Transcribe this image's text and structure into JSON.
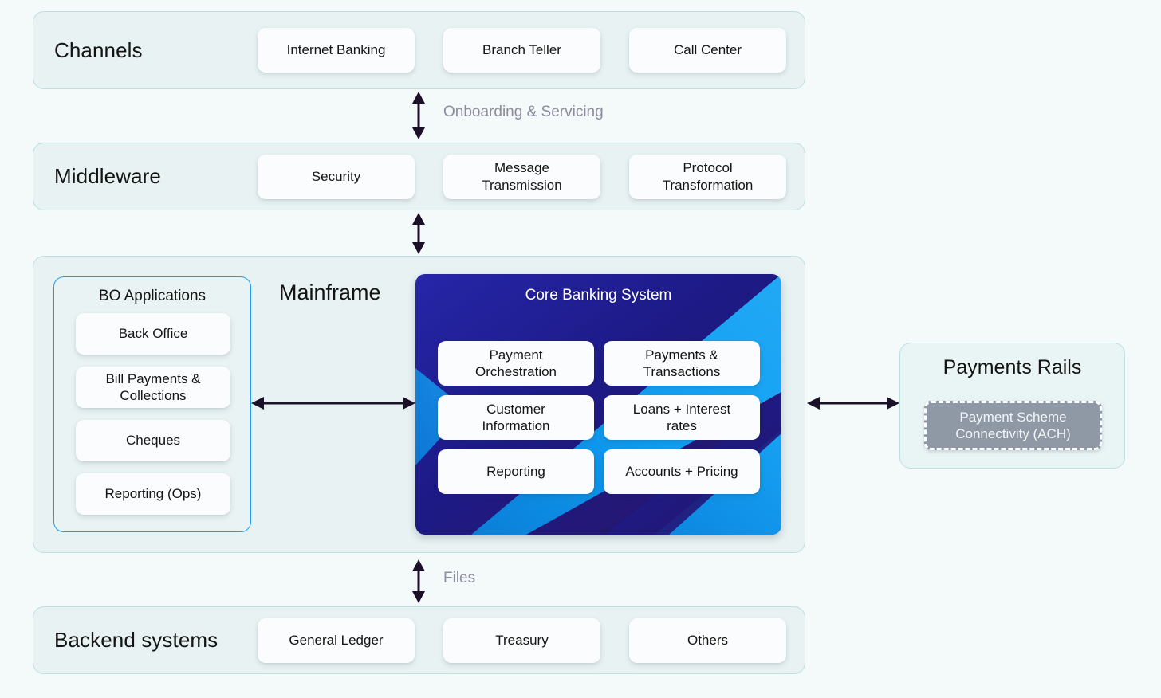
{
  "page": {
    "background": "#f4f9f9",
    "panel_bg": "#e8f2f3",
    "panel_border": "#bcdfe2",
    "accent_blue": "#1a9ff0",
    "arrow_color": "#1a1028",
    "label_color": "#8c8c9e"
  },
  "channels": {
    "title": "Channels",
    "cards": [
      {
        "label": "Internet Banking"
      },
      {
        "label": "Branch Teller"
      },
      {
        "label": "Call Center"
      }
    ]
  },
  "middleware": {
    "title": "Middleware",
    "cards": [
      {
        "label": "Security"
      },
      {
        "label": "Message\nTransmission"
      },
      {
        "label": "Protocol\nTransformation"
      }
    ]
  },
  "mainframe": {
    "title": "Mainframe",
    "bo_applications": {
      "title": "BO Applications",
      "border_color": "#1a9ff0",
      "cards": [
        {
          "label": "Back Office"
        },
        {
          "label": "Bill Payments &\nCollections"
        },
        {
          "label": "Cheques"
        },
        {
          "label": "Reporting (Ops)"
        }
      ]
    },
    "core_banking": {
      "title": "Core Banking System",
      "gradient_dark": "#1b1a8a",
      "gradient_deep": "#241574",
      "gradient_bright": "#0d9ae8",
      "cards": [
        {
          "label": "Payment\nOrchestration"
        },
        {
          "label": "Payments &\nTransactions"
        },
        {
          "label": "Customer\nInformation"
        },
        {
          "label": "Loans + Interest\nrates"
        },
        {
          "label": "Reporting"
        },
        {
          "label": "Accounts + Pricing"
        }
      ]
    }
  },
  "payments_rails": {
    "title": "Payments Rails",
    "scheme_box": {
      "label": "Payment Scheme\nConnectivity (ACH)",
      "fill": "#8e99a5",
      "border_style": "dashed",
      "border_color": "#ffffff"
    }
  },
  "backend": {
    "title": "Backend systems",
    "cards": [
      {
        "label": "General Ledger"
      },
      {
        "label": "Treasury"
      },
      {
        "label": "Others"
      }
    ]
  },
  "connectors": [
    {
      "id": "channels-middleware",
      "label": "Onboarding & Servicing",
      "orientation": "vertical",
      "double_headed": true
    },
    {
      "id": "middleware-mainframe",
      "label": "",
      "orientation": "vertical",
      "double_headed": true
    },
    {
      "id": "bo-to-core",
      "label": "",
      "orientation": "horizontal",
      "double_headed": true
    },
    {
      "id": "core-to-rails",
      "label": "",
      "orientation": "horizontal",
      "double_headed": true
    },
    {
      "id": "mainframe-backend",
      "label": "Files",
      "orientation": "vertical",
      "double_headed": true
    }
  ]
}
